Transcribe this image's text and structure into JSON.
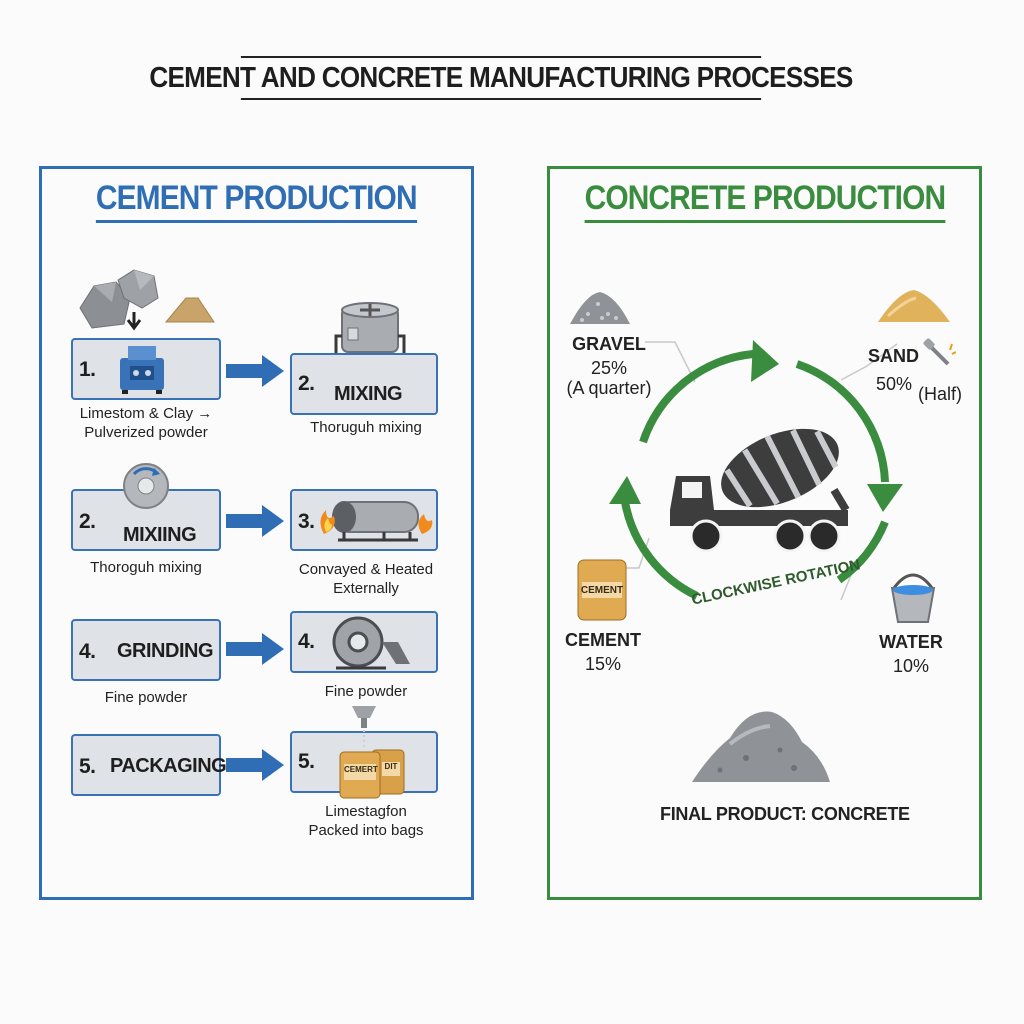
{
  "title": "CEMENT AND CONCRETE MANUFACTURING PROCESSES",
  "cement": {
    "heading": "CEMENT PRODUCTION",
    "steps": [
      {
        "num": "1.",
        "label": "",
        "caption": [
          "Limestom & Clay →",
          "Pulverized powder"
        ]
      },
      {
        "num": "2.",
        "label": "MIXING",
        "caption": [
          "Thoruguh mixing"
        ]
      },
      {
        "num": "2.",
        "label": "MIXIING",
        "caption": [
          "Thoroguh mixing"
        ]
      },
      {
        "num": "3.",
        "label": "",
        "caption": [
          "Convayed & Heated",
          "Externally"
        ]
      },
      {
        "num": "4.",
        "label": "GRINDING",
        "caption": [
          "Fine powder"
        ]
      },
      {
        "num": "4.",
        "label": "",
        "caption": [
          "Fine powder"
        ]
      },
      {
        "num": "5.",
        "label": "PACKAGING",
        "caption": []
      },
      {
        "num": "5.",
        "label": "",
        "caption": [
          "Limestagfon",
          "Packed into bags"
        ]
      }
    ],
    "bag_label": "CEMERT",
    "bag_label_2": "DIT"
  },
  "concrete": {
    "heading": "CONCRETE PRODUCTION",
    "gravel": {
      "name": "GRAVEL",
      "pct": "25%",
      "note": "(A quarter)"
    },
    "sand": {
      "name": "SAND",
      "pct": "50%",
      "note": "(Half)"
    },
    "cement": {
      "name": "CEMENT",
      "pct": "15%",
      "bag_label": "CEMENT"
    },
    "water": {
      "name": "WATER",
      "pct": "10%"
    },
    "rotation": "CLOCKWISE ROTATION",
    "final": "FINAL PRODUCT: CONCRETE",
    "colors": {
      "cycle": "#3a8c3f",
      "truck": "#3d3d3d"
    }
  },
  "colors": {
    "cement_accent": "#2f6eb5",
    "concrete_accent": "#3a8c3f",
    "step_fill": "#dfe2e7"
  }
}
